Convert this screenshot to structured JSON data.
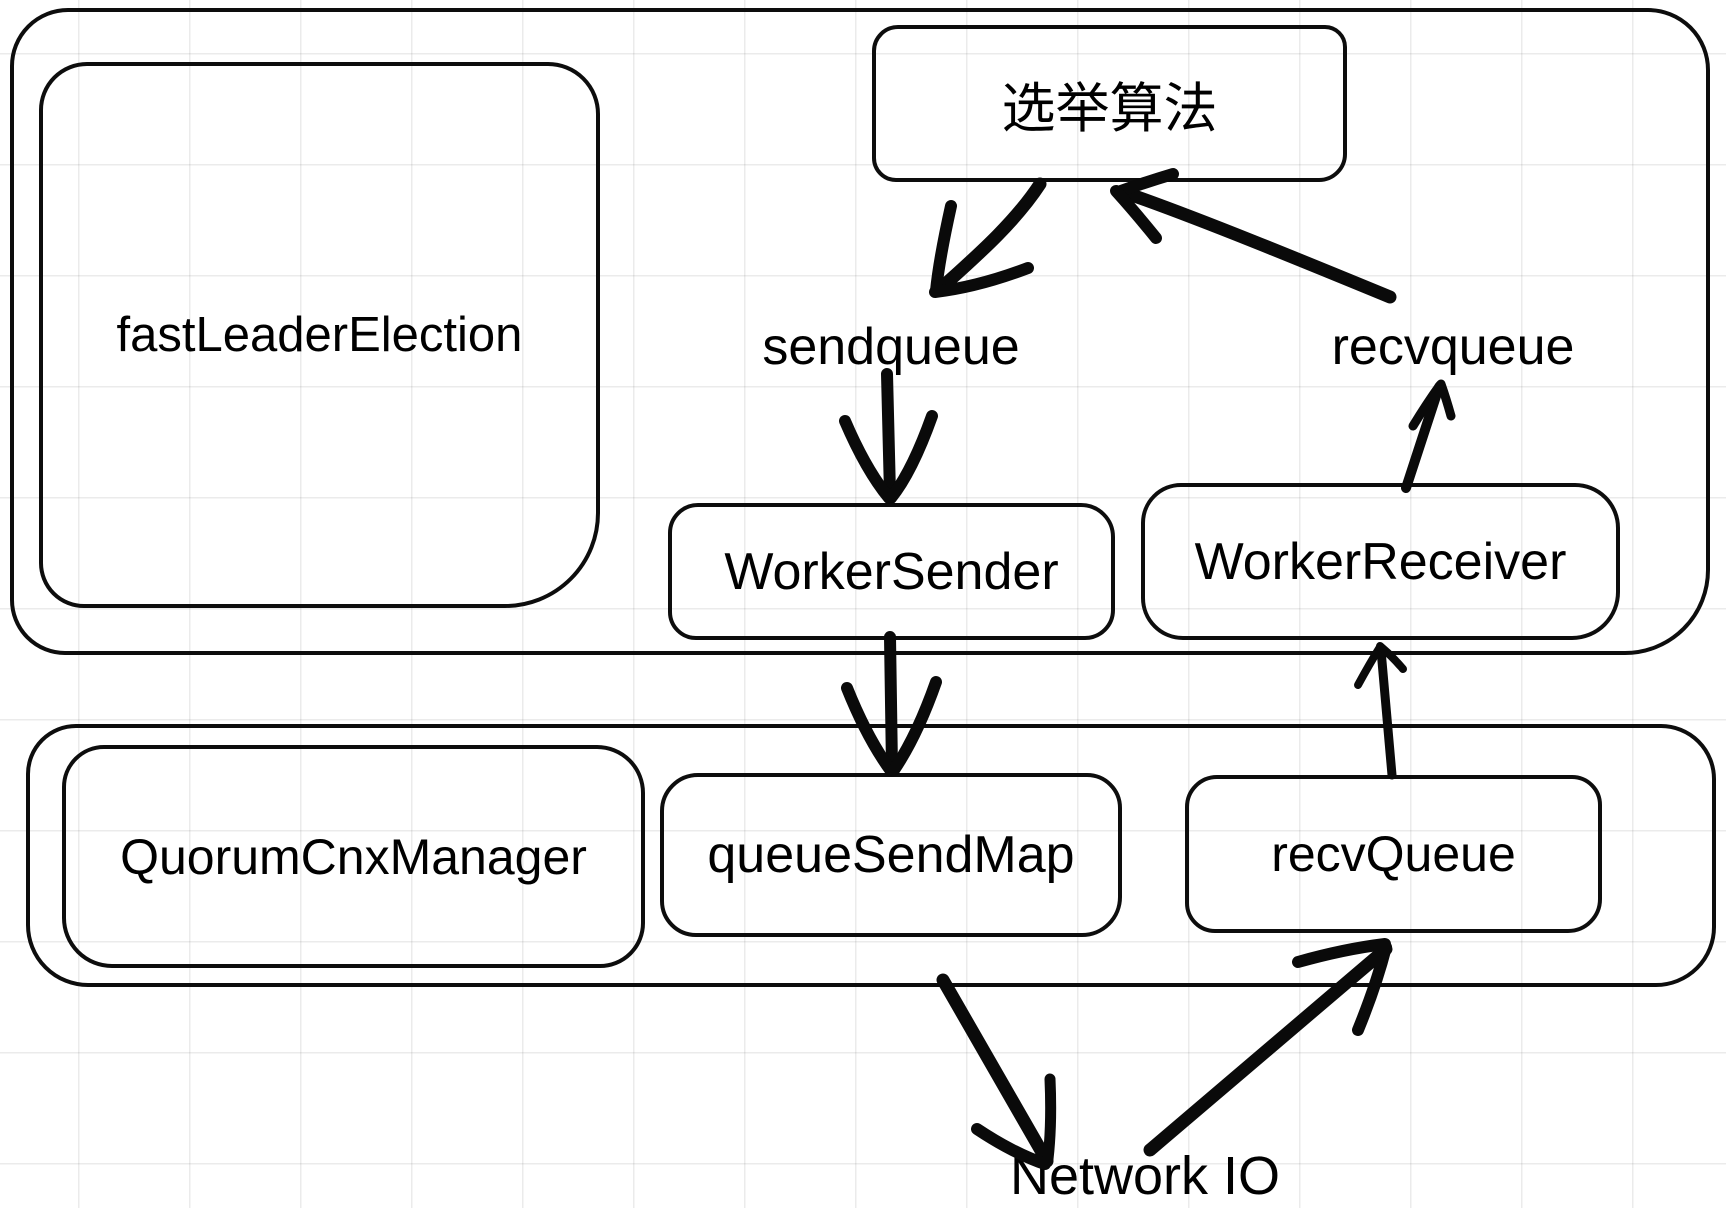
{
  "diagram": {
    "description": "ZooKeeper fastLeaderElection / QuorumCnxManager messaging diagram",
    "colors": {
      "background": "#ffffff",
      "stroke": "#0d0d0d",
      "grid": "#ebebeb",
      "text": "#000000"
    }
  },
  "nodes": {
    "election_algorithm": "选举算法",
    "fast_leader_election": "fastLeaderElection",
    "worker_sender": "WorkerSender",
    "worker_receiver": "WorkerReceiver",
    "quorum_cnx_manager": "QuorumCnxManager",
    "queue_send_map": "queueSendMap",
    "recv_queue": "recvQueue"
  },
  "labels": {
    "sendqueue": "sendqueue",
    "recvqueue": "recvqueue",
    "network_io": "Network IO"
  },
  "edges": [
    {
      "from": "选举算法",
      "to": "sendqueue"
    },
    {
      "from": "sendqueue",
      "to": "WorkerSender"
    },
    {
      "from": "WorkerSender",
      "to": "queueSendMap"
    },
    {
      "from": "queueSendMap",
      "to": "Network IO"
    },
    {
      "from": "Network IO",
      "to": "recvQueue"
    },
    {
      "from": "recvQueue",
      "to": "WorkerReceiver"
    },
    {
      "from": "WorkerReceiver",
      "to": "recvqueue"
    },
    {
      "from": "recvqueue",
      "to": "选举算法"
    }
  ]
}
